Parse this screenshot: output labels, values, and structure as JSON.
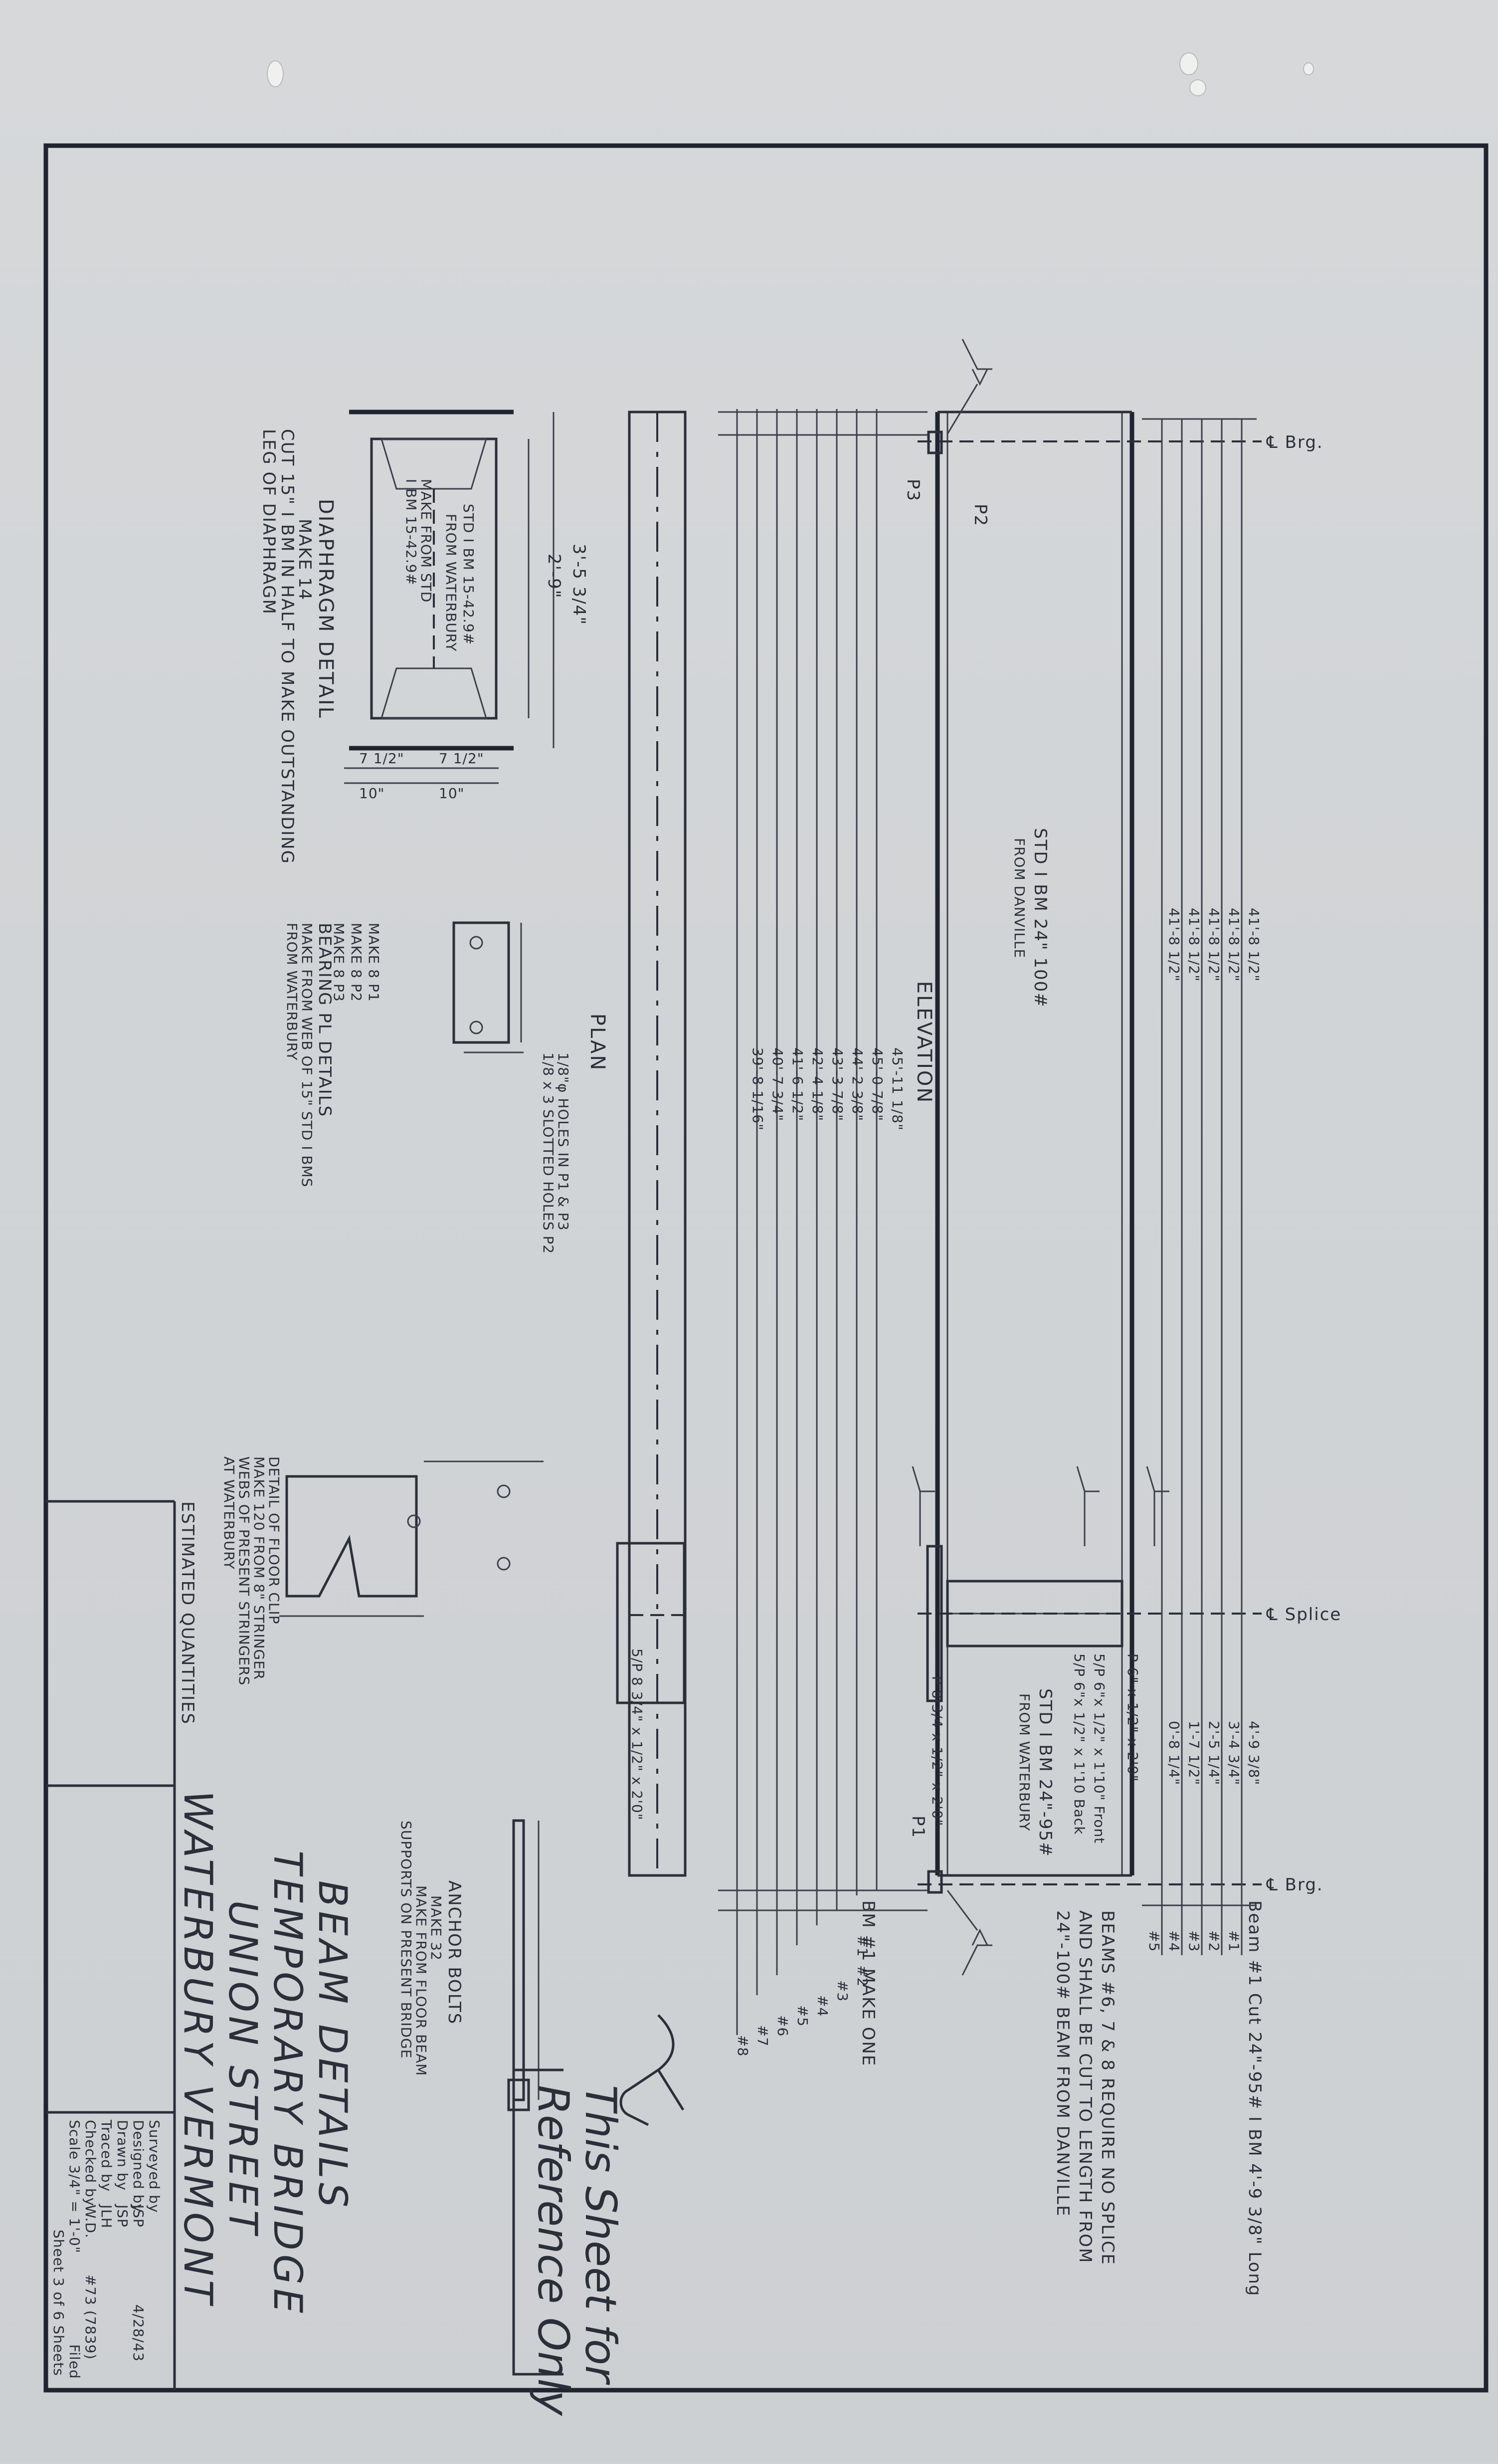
{
  "title_block": {
    "line1": "BEAM DETAILS",
    "line2": "TEMPORARY BRIDGE",
    "line3": "UNION STREET",
    "line4": "WATERBURY VERMONT",
    "estimated_quantities": "ESTIMATED QUANTITIES",
    "surveyed_by": "Surveyed by",
    "designed_by": "Designed by",
    "designed_initials": "JSP",
    "designed_date": "4/28/43",
    "drawn_by": "Drawn by",
    "drawn_initials": "JSP",
    "traced_by": "Traced by",
    "traced_initials": "JLH",
    "checked_by": "Checked by",
    "checked_initials": "W.D.",
    "file_no": "#73 (7839)",
    "sheet": "Sheet 3 of 6 Sheets",
    "scale": "Scale 3/4\" = 1'-0\"",
    "filed": "Filed"
  },
  "stamp": {
    "line1": "This Sheet for",
    "line2": "Reference Only"
  },
  "views": {
    "plan": "PLAN",
    "elevation": "ELEVATION",
    "diaphragm_title": "DIAPHRAGM DETAIL",
    "diaphragm_make": "MAKE 14",
    "diaphragm_note1": "CUT 15\" I BM IN HALF TO MAKE OUTSTANDING",
    "diaphragm_note2": "LEG OF DIAPHRAGM",
    "diaphragm_std1": "STD I BM 15-42.9#",
    "diaphragm_std2": "FROM WATERBURY",
    "diaphragm_make_from1": "MAKE FROM STD",
    "diaphragm_make_from2": "I BM 15-42.9#",
    "bearing_title": "BEARING PL DETAILS",
    "bearing_make_p1": "MAKE 8 P1",
    "bearing_make_p2": "MAKE 8 P2",
    "bearing_make_p3": "MAKE 8 P3",
    "bearing_note1": "MAKE FROM WEB OF 15\" STD I BMS",
    "bearing_note2": "FROM WATERBURY",
    "bearing_holes1": "1/8\"φ HOLES IN P1 & P3",
    "bearing_holes2": "1/8 x 3 SLOTTED HOLES P2",
    "floor_clip_title": "DETAIL OF FLOOR CLIP",
    "floor_clip_make": "MAKE 120 FROM 8\" STRINGER",
    "floor_clip_note1": "WEBS OF PRESENT STRINGERS",
    "floor_clip_note2": "AT WATERBURY",
    "anchor_title": "ANCHOR BOLTS",
    "anchor_make": "MAKE 32",
    "anchor_note1": "MAKE FROM FLOOR BEAM",
    "anchor_note2": "SUPPORTS ON PRESENT BRIDGE",
    "std_beam_danville1": "STD I BM 24\" 100#",
    "std_beam_danville2": "FROM DANVILLE",
    "std_beam_waterbury1": "STD I BM 24\"-95#",
    "std_beam_waterbury2": "FROM WATERBURY",
    "splice_pl_front": "5/P 6\"x 1/2\" x 1'10\" Front",
    "splice_pl_back": "5/P 6\"x 1/2\" x 1'10 Back",
    "splice_pl3": "P 6\" x 1/2\" x 2'0\"",
    "plan_pl": "5/P 8 3/4\" x 1/2\" x 2'0\"",
    "plan_pl2": "P 8 3/4 x 1/2\" x 2'0\"",
    "cl_brg": "℄ Brg.",
    "cl_splice": "℄ Splice",
    "beam_note1": "BEAMS #6, 7 & 8 REQUIRE NO SPLICE",
    "beam_note2": "AND SHALL BE CUT TO LENGTH FROM",
    "beam_note3": "24\"-100# BEAM FROM DANVILLE",
    "beam1_cut": "Beam #1   Cut 24\"-95# I BM  4'-9 3/8\" Long",
    "bm1_make": "BM #1   MAKE ONE",
    "p2": "P2",
    "p3": "P3",
    "p1": "P1"
  },
  "dims": {
    "elev_lengths": [
      "45'-11 1/8\"",
      "45'-0 7/8\"",
      "44'-2 3/8\"",
      "43'-3 7/8\"",
      "42'-4 1/8\"",
      "41'-6 1/2\"",
      "40'-7 3/4\"",
      "39'-8 1/16\""
    ],
    "right_lengths": [
      "41'-8 1/2\"",
      "41'-8 1/2\"",
      "41'-8 1/2\"",
      "41'-8 1/2\"",
      "41'-8 1/2\""
    ],
    "splice_lengths": [
      "4'-9 3/8\"",
      "3'-4 3/4\"",
      "2'-5 1/4\"",
      "1'-7 1/2\"",
      "0'-8 1/4\""
    ],
    "beam_nos_right": [
      "#1",
      "#2",
      "#3",
      "#4",
      "#5"
    ],
    "beam_nos_left": [
      "#1",
      "#2",
      "#3",
      "#4",
      "#5",
      "#6",
      "#7",
      "#8"
    ],
    "diaphragm_w": "3'-5 3/4\"",
    "diaphragm_h": "2'-9\"",
    "diaphragm_a": "7 1/2\"",
    "diaphragm_b": "10\""
  }
}
